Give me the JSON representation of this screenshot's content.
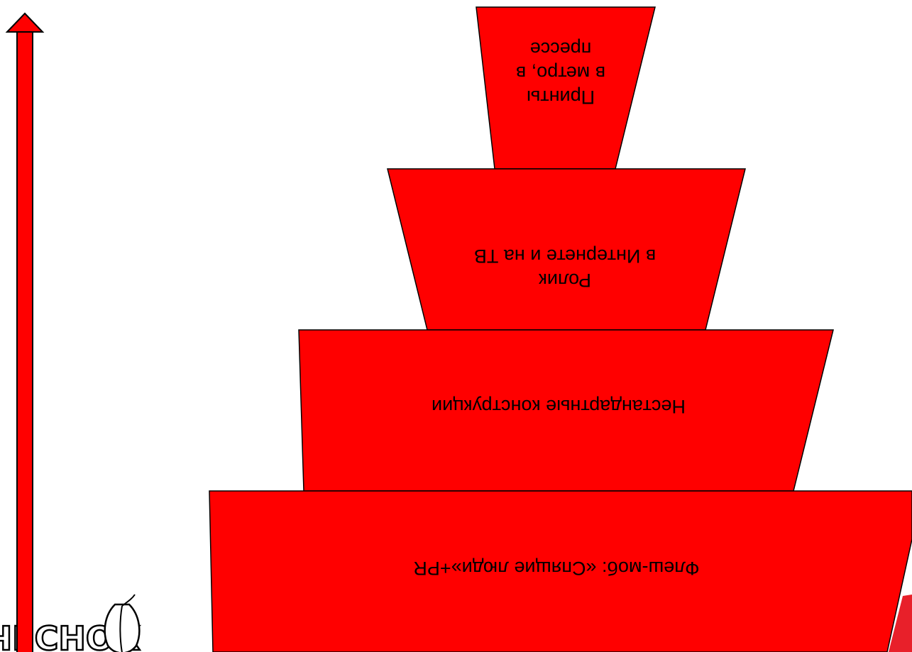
{
  "diagram": {
    "orientation": "upside-down",
    "colors": {
      "fill": "#ff0000",
      "stroke": "#000000",
      "accent": "#e8202a"
    },
    "levels": [
      {
        "lines": [
          "Принты",
          "в метро, в",
          "прессе"
        ]
      },
      {
        "lines": [
          "Ролик",
          "в Интернете и на ТВ"
        ]
      },
      {
        "lines": [
          "Нестандартные конструкции"
        ]
      },
      {
        "lines": [
          "Флеш-моб: «Спящие люди»+PR"
        ]
      }
    ]
  },
  "logo": {
    "text": "ЧЕСНОК",
    "icon": "garlic-icon"
  },
  "arrow": {
    "icon": "arrow-up-icon"
  }
}
